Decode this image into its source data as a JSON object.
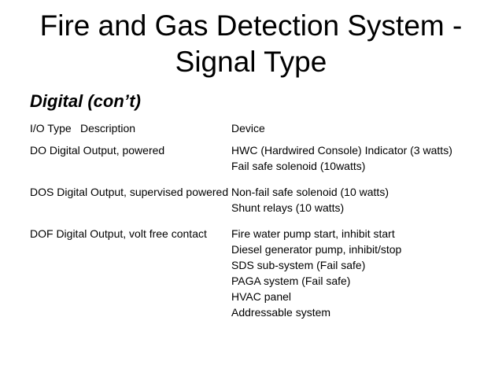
{
  "title": "Fire and Gas Detection System - Signal Type",
  "subtitle": "Digital (con’t)",
  "table": {
    "header": {
      "type": "I/O Type",
      "description": "Description",
      "device": "Device"
    },
    "rows": [
      {
        "description": "DO Digital Output, powered",
        "devices": [
          "HWC (Hardwired Console) Indicator (3 watts)",
          "Fail safe solenoid (10watts)"
        ]
      },
      {
        "description": "DOS Digital Output, supervised powered",
        "devices": [
          "Non-fail safe solenoid (10 watts)",
          "Shunt relays (10 watts)"
        ]
      },
      {
        "description": "DOF Digital Output, volt free contact",
        "devices": [
          "Fire water pump start, inhibit start",
          "Diesel generator pump, inhibit/stop",
          "SDS sub-system (Fail safe)",
          "PAGA system (Fail safe)",
          "HVAC panel",
          "Addressable system"
        ]
      }
    ]
  }
}
